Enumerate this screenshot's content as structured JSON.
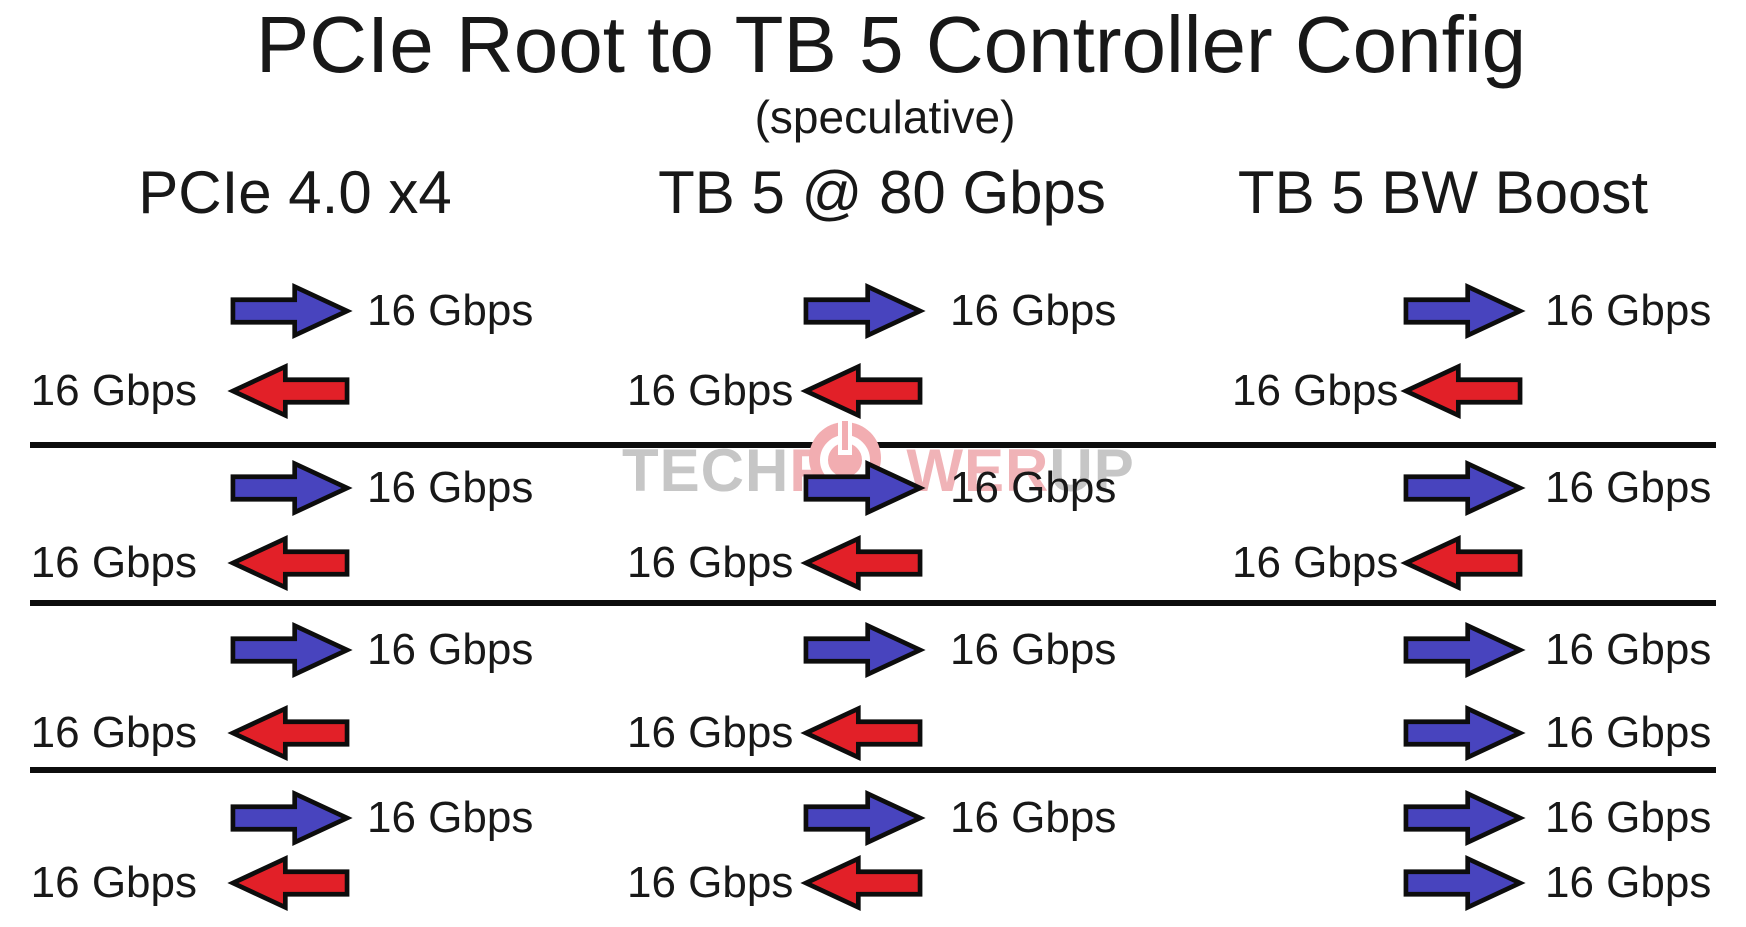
{
  "title": "PCIe Root to TB 5 Controller Config",
  "subtitle": "(speculative)",
  "columns": [
    {
      "id": "pcie",
      "label": "PCIe 4.0 x4"
    },
    {
      "id": "tb80",
      "label": "TB 5 @ 80 Gbps"
    },
    {
      "id": "boost",
      "label": "TB 5 BW Boost"
    }
  ],
  "watermark": {
    "part1": "TECH",
    "part2": "P",
    "part3": "WER",
    "part4": "UP",
    "logo": "power-button-icon"
  },
  "colors": {
    "arrow_blue": "#4844be",
    "arrow_red": "#e22028",
    "outline": "#0d0d0d",
    "line_black": "#0d0d0d",
    "watermark_gray": "#c6c6c6",
    "watermark_red": "#f0b3b7",
    "watermark_logo": "#f2adb1"
  },
  "lanes": [
    {
      "name": "lane-1",
      "cells": [
        {
          "column": "PCIe 4.0 x4",
          "streams": [
            {
              "direction": "right",
              "color": "blue",
              "label": "16 Gbps"
            },
            {
              "direction": "left",
              "color": "red",
              "label": "16 Gbps"
            }
          ]
        },
        {
          "column": "TB 5 @ 80 Gbps",
          "streams": [
            {
              "direction": "right",
              "color": "blue",
              "label": "16 Gbps"
            },
            {
              "direction": "left",
              "color": "red",
              "label": "16 Gbps"
            }
          ]
        },
        {
          "column": "TB 5 BW Boost",
          "streams": [
            {
              "direction": "right",
              "color": "blue",
              "label": "16 Gbps"
            },
            {
              "direction": "left",
              "color": "red",
              "label": "16 Gbps"
            }
          ]
        }
      ]
    },
    {
      "name": "lane-2",
      "cells": [
        {
          "column": "PCIe 4.0 x4",
          "streams": [
            {
              "direction": "right",
              "color": "blue",
              "label": "16 Gbps"
            },
            {
              "direction": "left",
              "color": "red",
              "label": "16 Gbps"
            }
          ]
        },
        {
          "column": "TB 5 @ 80 Gbps",
          "streams": [
            {
              "direction": "right",
              "color": "blue",
              "label": "16 Gbps"
            },
            {
              "direction": "left",
              "color": "red",
              "label": "16 Gbps"
            }
          ]
        },
        {
          "column": "TB 5 BW Boost",
          "streams": [
            {
              "direction": "right",
              "color": "blue",
              "label": "16 Gbps"
            },
            {
              "direction": "left",
              "color": "red",
              "label": "16 Gbps"
            }
          ]
        }
      ]
    },
    {
      "name": "lane-3",
      "cells": [
        {
          "column": "PCIe 4.0 x4",
          "streams": [
            {
              "direction": "right",
              "color": "blue",
              "label": "16 Gbps"
            },
            {
              "direction": "left",
              "color": "red",
              "label": "16 Gbps"
            }
          ]
        },
        {
          "column": "TB 5 @ 80 Gbps",
          "streams": [
            {
              "direction": "right",
              "color": "blue",
              "label": "16 Gbps"
            },
            {
              "direction": "left",
              "color": "red",
              "label": "16 Gbps"
            }
          ]
        },
        {
          "column": "TB 5 BW Boost",
          "streams": [
            {
              "direction": "right",
              "color": "blue",
              "label": "16 Gbps"
            },
            {
              "direction": "right",
              "color": "blue",
              "label": "16 Gbps"
            }
          ]
        }
      ]
    },
    {
      "name": "lane-4",
      "cells": [
        {
          "column": "PCIe 4.0 x4",
          "streams": [
            {
              "direction": "right",
              "color": "blue",
              "label": "16 Gbps"
            },
            {
              "direction": "left",
              "color": "red",
              "label": "16 Gbps"
            }
          ]
        },
        {
          "column": "TB 5 @ 80 Gbps",
          "streams": [
            {
              "direction": "right",
              "color": "blue",
              "label": "16 Gbps"
            },
            {
              "direction": "left",
              "color": "red",
              "label": "16 Gbps"
            }
          ]
        },
        {
          "column": "TB 5 BW Boost",
          "streams": [
            {
              "direction": "right",
              "color": "blue",
              "label": "16 Gbps"
            },
            {
              "direction": "right",
              "color": "blue",
              "label": "16 Gbps"
            }
          ]
        }
      ]
    }
  ]
}
